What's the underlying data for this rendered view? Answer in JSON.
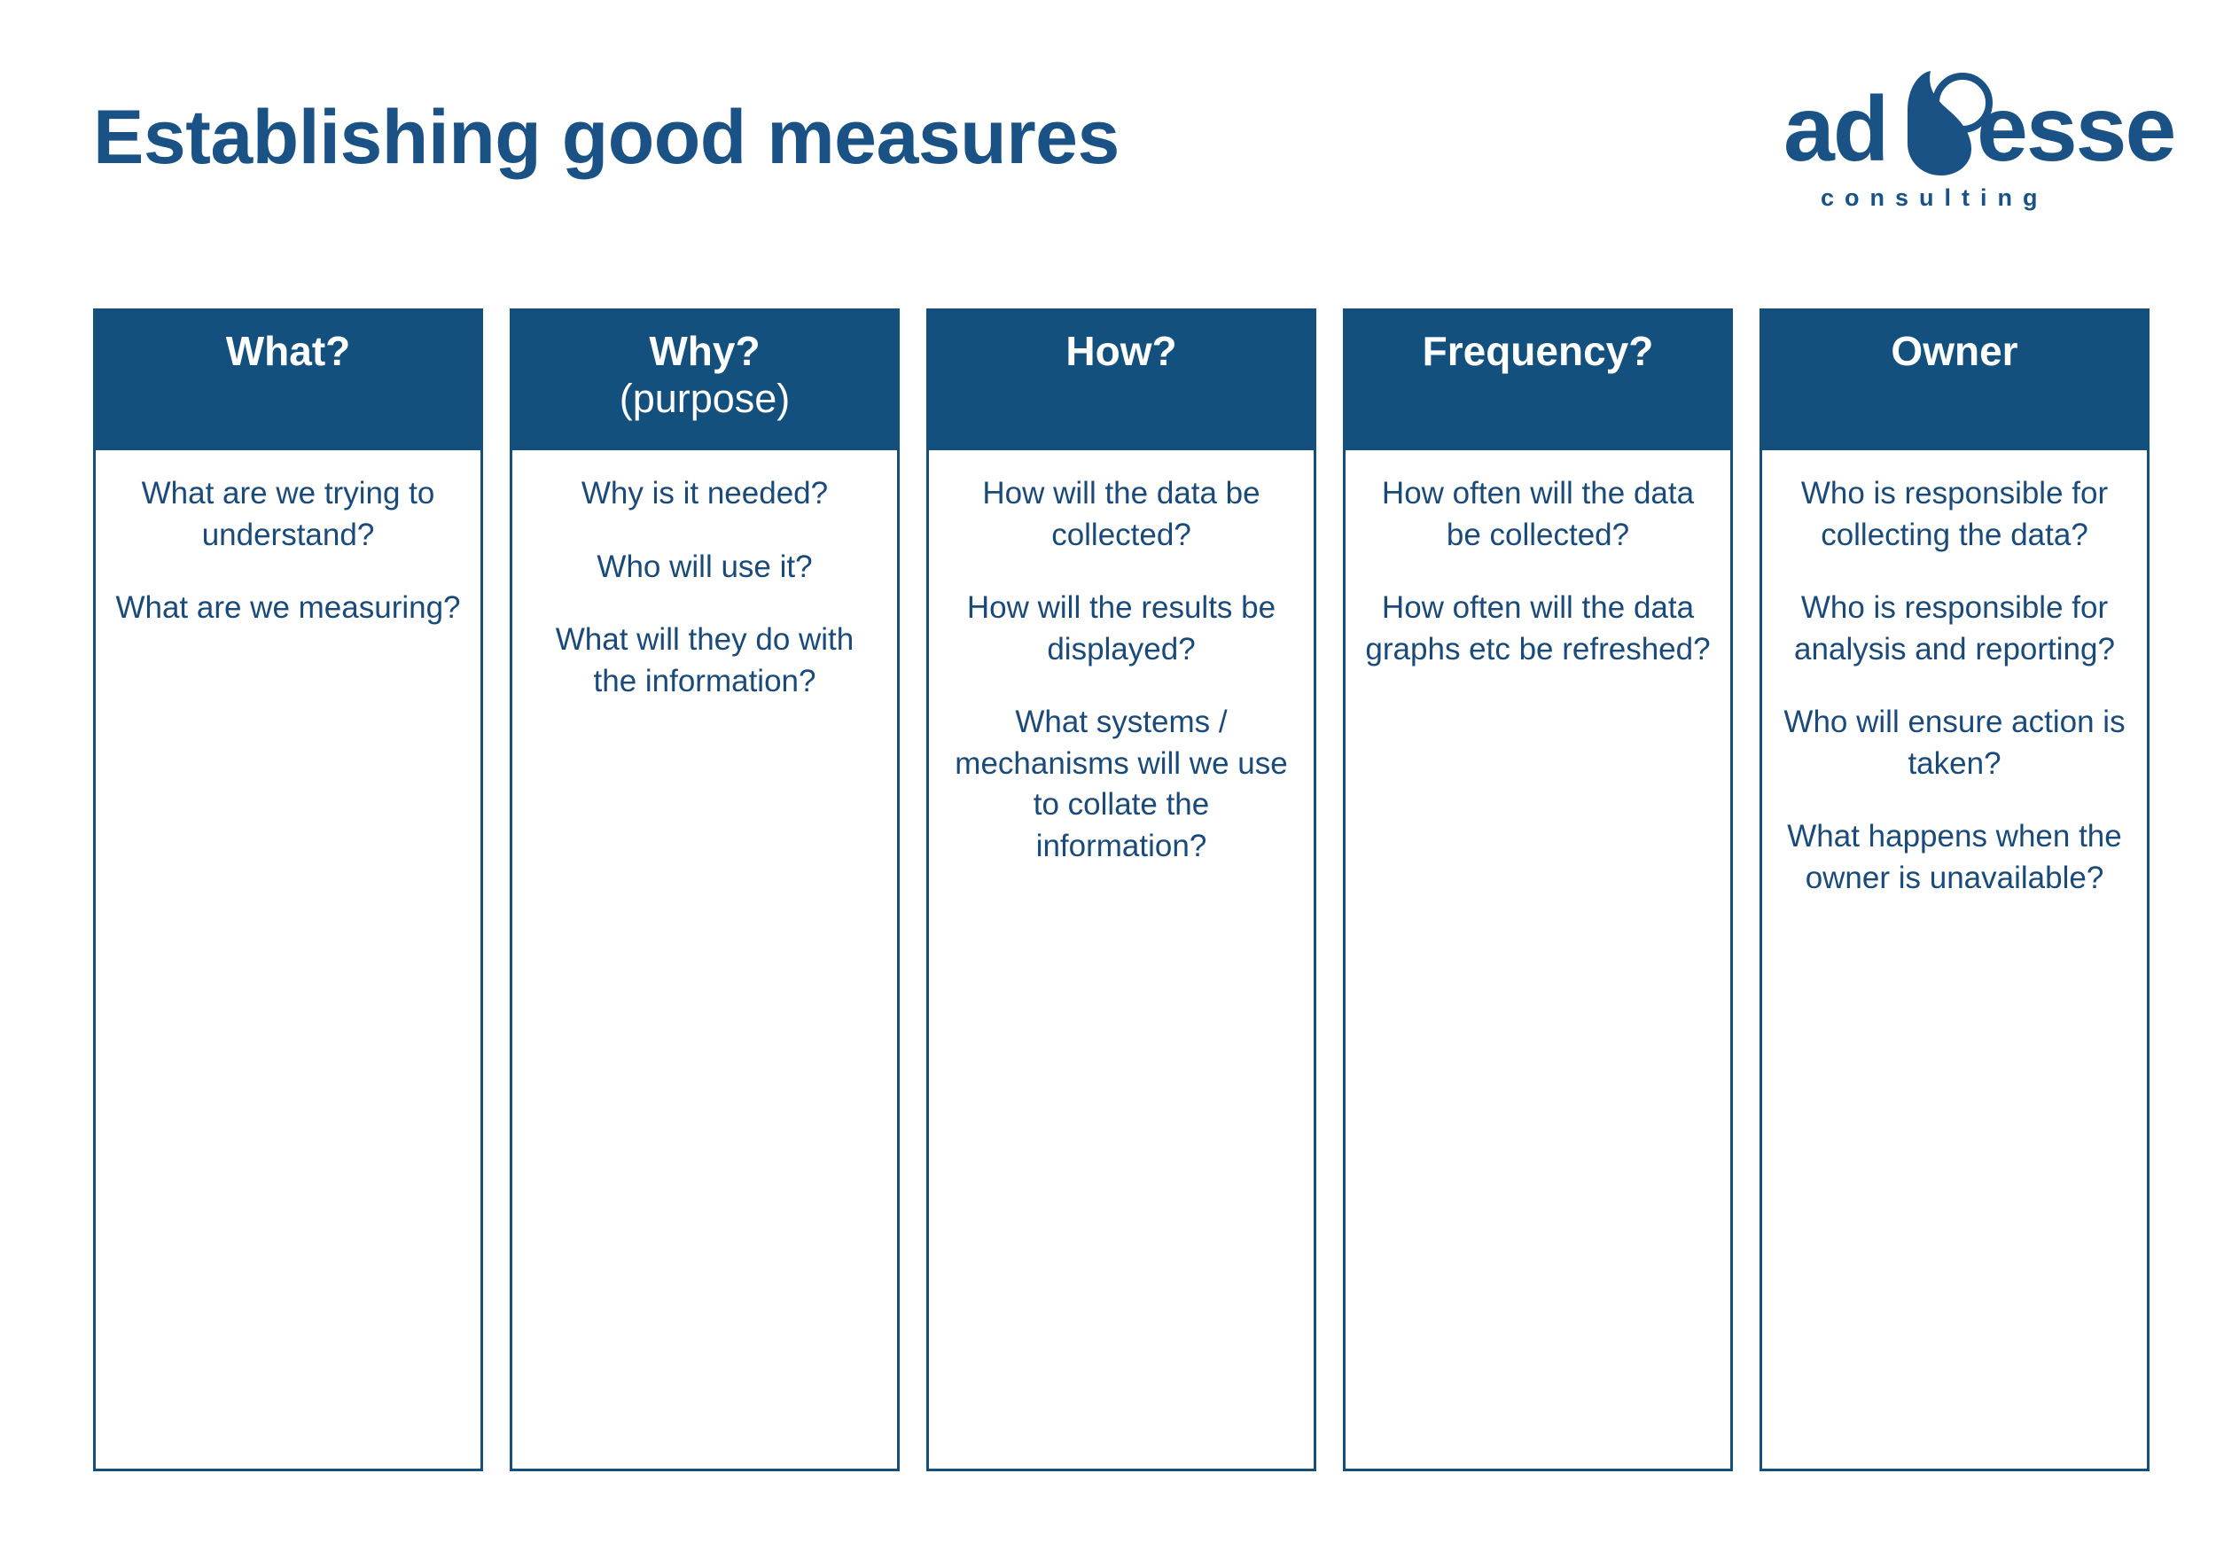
{
  "page": {
    "title": "Establishing good measures",
    "background_color": "#ffffff",
    "brand_navy": "#14507E",
    "text_navy": "#1a4a7a"
  },
  "logo": {
    "word_left": "ad",
    "word_right": "esse",
    "tagline": "consulting",
    "mark_name": "water-drop-with-circle"
  },
  "columns": [
    {
      "id": "what",
      "header": "What?",
      "subheader": "",
      "items": [
        "What are we trying to understand?",
        "What are we measuring?"
      ]
    },
    {
      "id": "why",
      "header": "Why?",
      "subheader": "(purpose)",
      "items": [
        "Why is it needed?",
        "Who will use it?",
        "What will they do with the information?"
      ]
    },
    {
      "id": "how",
      "header": "How?",
      "subheader": "",
      "items": [
        "How will the data be collected?",
        "How will the results be displayed?",
        "What systems / mechanisms will we use to collate the information?"
      ]
    },
    {
      "id": "frequency",
      "header": "Frequency?",
      "subheader": "",
      "items": [
        "How often will the data be collected?",
        "How often will the data graphs etc be refreshed?"
      ]
    },
    {
      "id": "owner",
      "header": "Owner",
      "subheader": "",
      "items": [
        "Who is responsible for collecting the data?",
        "Who is responsible for analysis and reporting?",
        "Who will ensure action is taken?",
        "What happens when the owner is unavailable?"
      ]
    }
  ]
}
